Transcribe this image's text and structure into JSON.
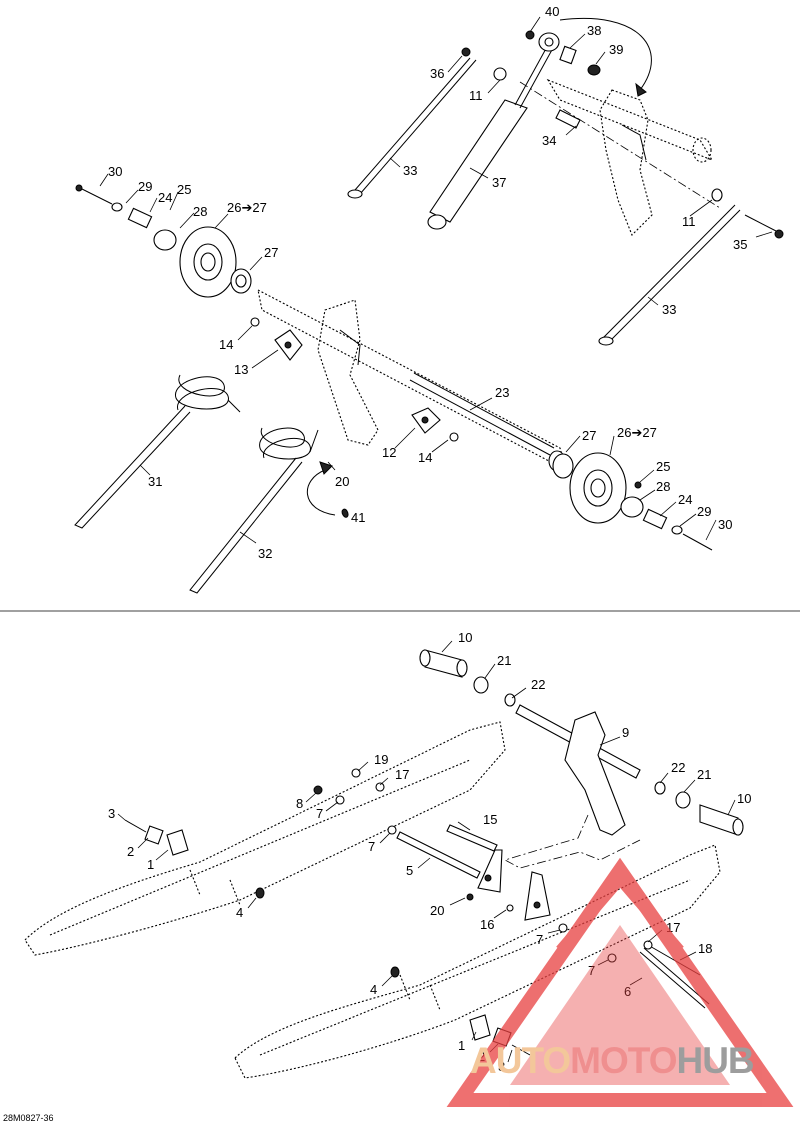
{
  "figure": {
    "ref_code": "28M0827-36",
    "watermark": {
      "part1": "AUTO",
      "part2": "MOTO",
      "part3": "HUB"
    },
    "callouts_top": [
      "40",
      "38",
      "39",
      "36",
      "11",
      "34",
      "33",
      "37",
      "11",
      "35",
      "33",
      "30",
      "29",
      "24",
      "25",
      "28",
      "26➔27",
      "27",
      "14",
      "13",
      "23",
      "31",
      "12",
      "20",
      "14",
      "27",
      "26➔27",
      "25",
      "28",
      "24",
      "29",
      "30",
      "41",
      "32"
    ],
    "callouts_bottom": [
      "10",
      "21",
      "22",
      "9",
      "22",
      "21",
      "10",
      "19",
      "17",
      "8",
      "7",
      "15",
      "3",
      "2",
      "1",
      "7",
      "5",
      "4",
      "20",
      "16",
      "7",
      "17",
      "18",
      "7",
      "6",
      "4",
      "1",
      "2",
      "3"
    ]
  },
  "colors": {
    "line": "#000000",
    "watermark_red": "#e84040",
    "watermark_orange": "#f0a060",
    "watermark_gray": "#888888"
  }
}
